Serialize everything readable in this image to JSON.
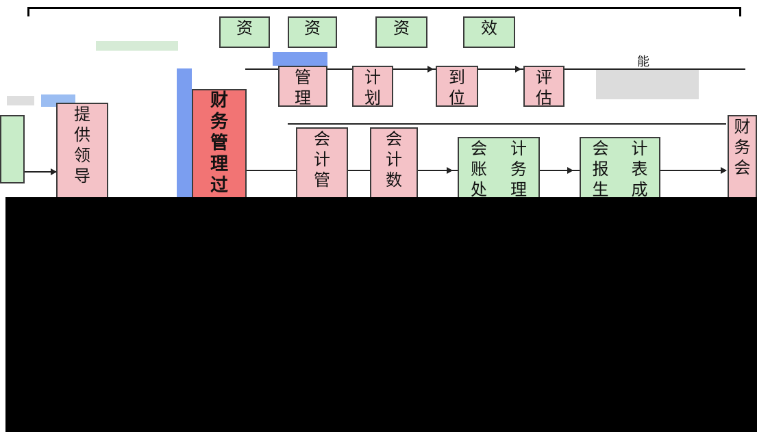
{
  "top_row": [
    "资",
    "资",
    "资",
    "效"
  ],
  "plan_row": [
    {
      "lines": [
        "管",
        "理"
      ]
    },
    {
      "lines": [
        "计",
        "划"
      ]
    },
    {
      "lines": [
        "到",
        "位"
      ]
    },
    {
      "lines": [
        "评",
        "估"
      ]
    }
  ],
  "side_label_right_top": "能",
  "left_column": {
    "lines": [
      "提",
      "供",
      "领",
      "导"
    ]
  },
  "center_title": {
    "lines": [
      "财",
      "务",
      "管",
      "理",
      "过"
    ]
  },
  "accounting_row": [
    {
      "lines": [
        "会",
        "计",
        "管"
      ]
    },
    {
      "lines": [
        "会",
        "计",
        "数"
      ]
    },
    {
      "lines": [
        "会",
        "计",
        "账",
        "务",
        "处",
        "理"
      ]
    },
    {
      "lines": [
        "会",
        "计",
        "报",
        "表",
        "生",
        "成"
      ]
    }
  ],
  "right_column": {
    "lines": [
      "财",
      "务",
      "会"
    ]
  },
  "colors": {
    "green": "#c8ecc8",
    "pink": "#f4c2c7",
    "red": "#f27474",
    "blue": "#7b9ef0",
    "black": "#000000"
  }
}
